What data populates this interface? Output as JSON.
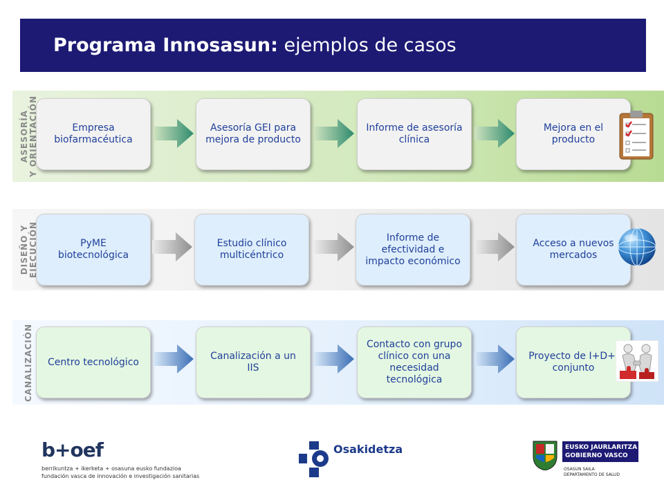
{
  "title": {
    "bold": "Programa Innosasun:",
    "rest": " ejemplos de casos"
  },
  "rows": [
    {
      "label_lines": [
        "ASESORÍA",
        "Y ORIENTACIÓN"
      ],
      "boxes": [
        "Empresa biofarmacéutica",
        "Asesoría GEI para mejora de producto",
        "Informe de asesoría clínica",
        "Mejora en el producto"
      ],
      "icon": "clipboard-checklist-icon"
    },
    {
      "label_lines": [
        "DISEÑO Y",
        "EJECUCIÓN"
      ],
      "boxes": [
        "PyME biotecnológica",
        "Estudio clínico multicéntrico",
        "Informe de efectividad e impacto económico",
        "Acceso a nuevos mercados"
      ],
      "icon": "globe-icon"
    },
    {
      "label_lines": [
        "CANALIZACIÓN"
      ],
      "boxes": [
        "Centro tecnológico",
        "Canalización a un IIS",
        "Contacto con grupo clínico con una necesidad tecnológica",
        "Proyecto de I+D+i conjunto"
      ],
      "icon": "handshake-puzzle-icon"
    }
  ],
  "footer": {
    "bioef": {
      "name": "b+oef",
      "line1": "berrikuntza + ikerketa + osasuna eusko fundazioa",
      "line2": "fundación vasca de innovación e investigación sanitarias"
    },
    "osakidetza": {
      "name": "Osakidetza"
    },
    "gobierno": {
      "line1": "EUSKO JAURLARITZA",
      "line2": "GOBIERNO VASCO",
      "line3": "OSASUN SAILA",
      "line4": "DEPARTAMENTO DE SALUD"
    }
  },
  "colors": {
    "header": "#1c1a73",
    "box_text": "#1f3f9a",
    "label_gray": "#8a8a8a"
  }
}
